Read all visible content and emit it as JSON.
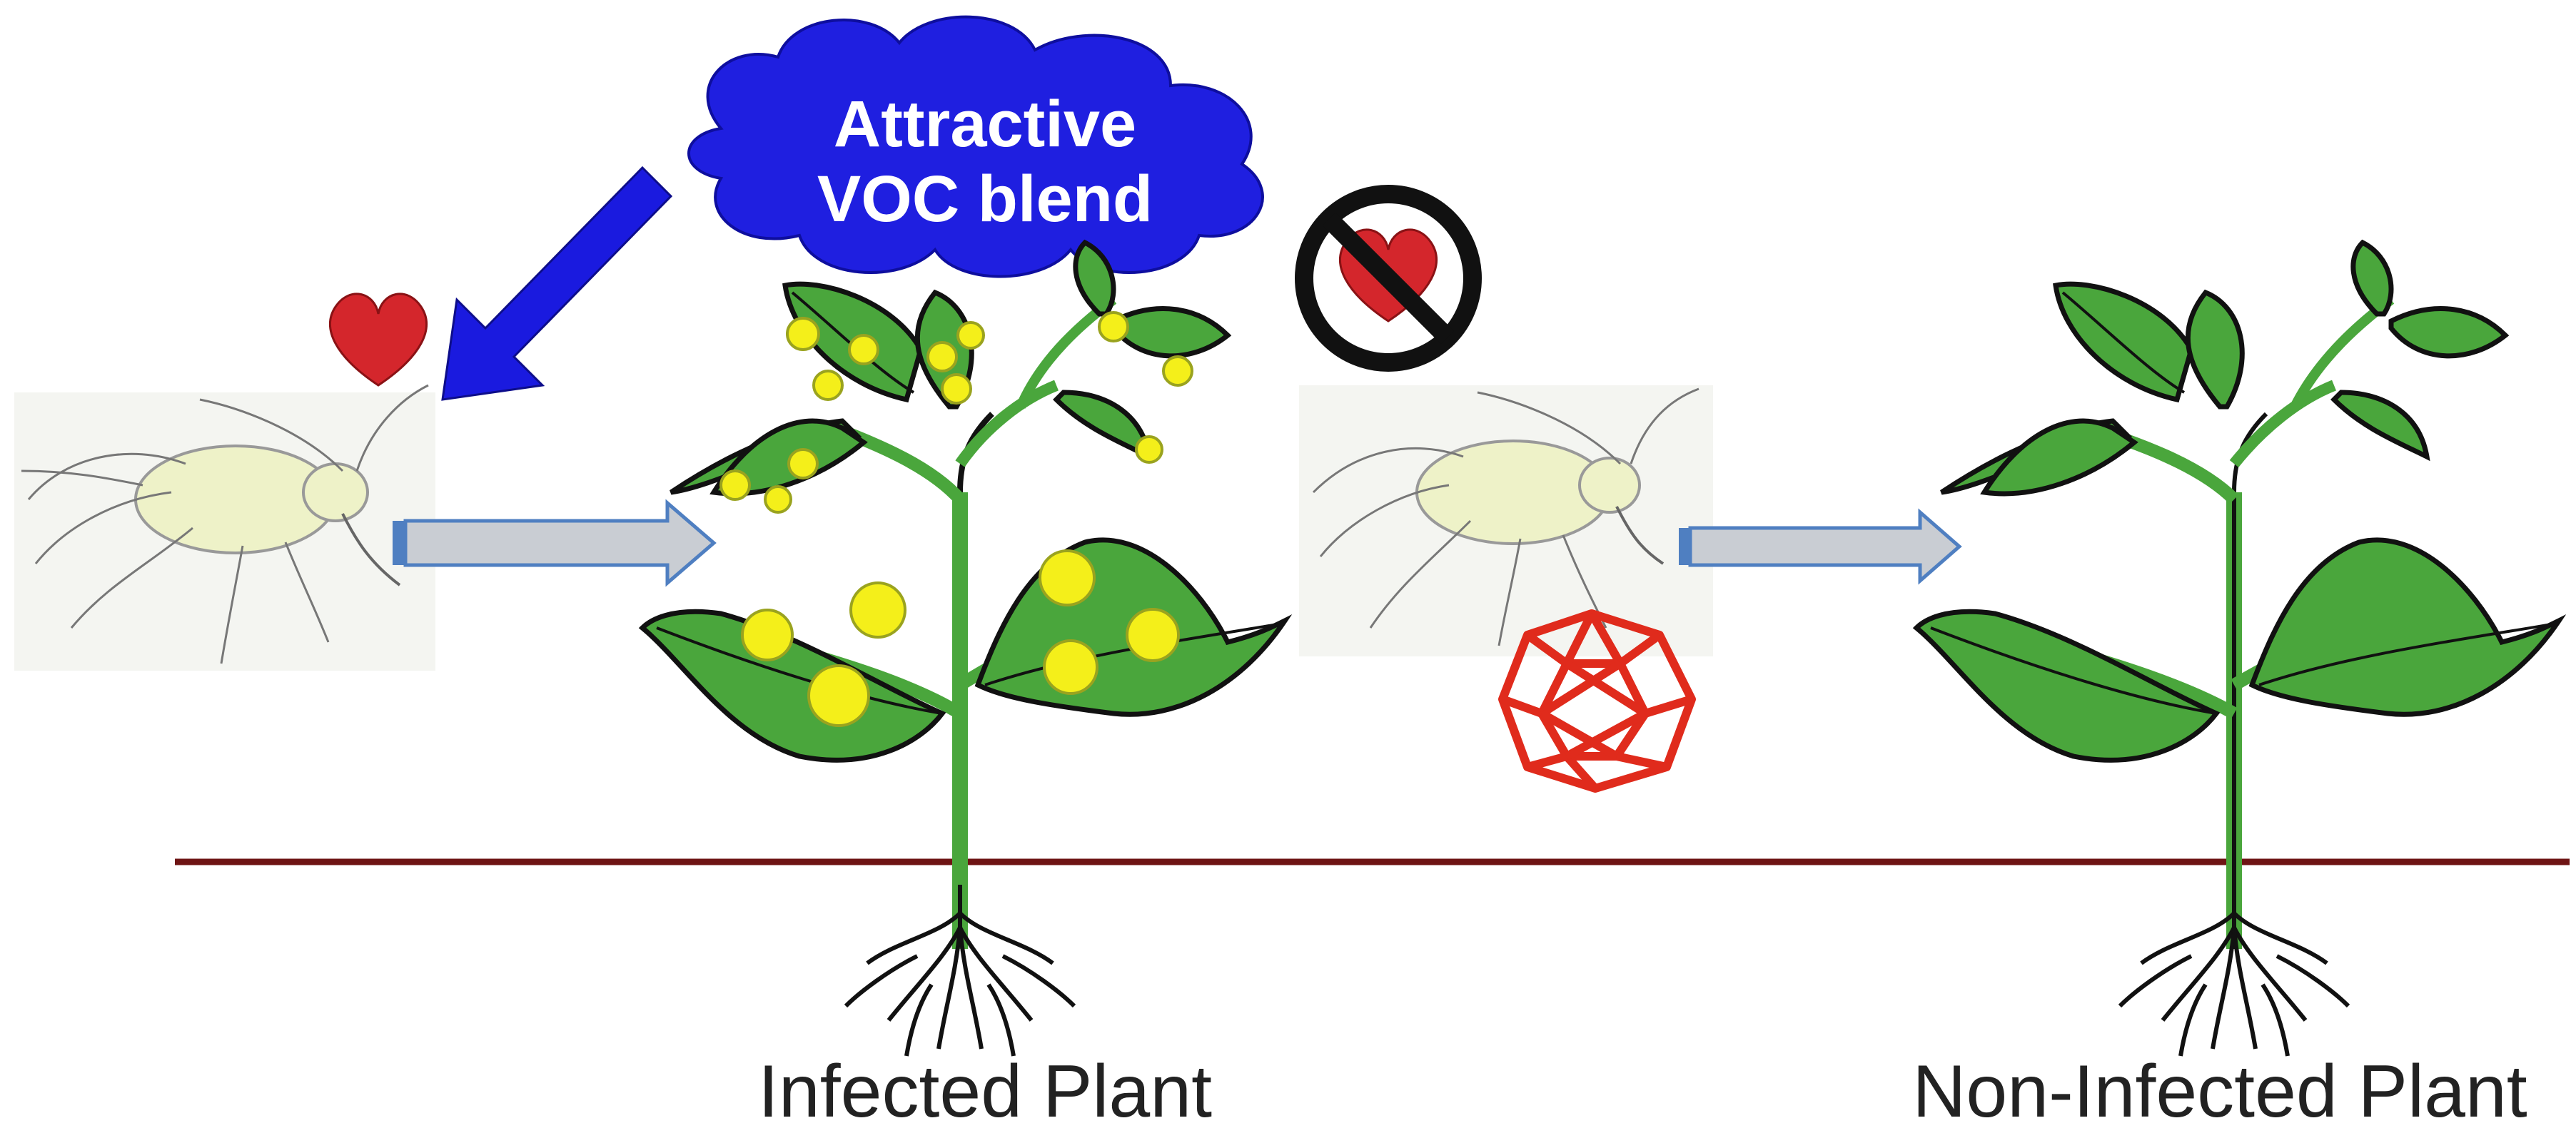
{
  "cloud": {
    "line1": "Attractive",
    "line2": "VOC blend"
  },
  "labels": {
    "infected": "Infected Plant",
    "non_infected": "Non-Infected Plant"
  },
  "colors": {
    "cloud": "#1f1fe0",
    "cloud_arrow": "#1a1adf",
    "leaf": "#4aa63c",
    "leaf_dark": "#2f7f2a",
    "virus_spot": "#f4ef1a",
    "heart": "#d4262c",
    "prohibit_ring": "#111111",
    "virion": "#e02b1c",
    "arrow_fill": "#c9cdd3",
    "arrow_stroke": "#4f7fc1",
    "soil_line": "#6e1414",
    "aphid_body": "#eef2c8"
  },
  "icons": [
    "aphid",
    "heart",
    "no-symbol",
    "virion",
    "infected-plant",
    "healthy-plant",
    "arrow"
  ]
}
